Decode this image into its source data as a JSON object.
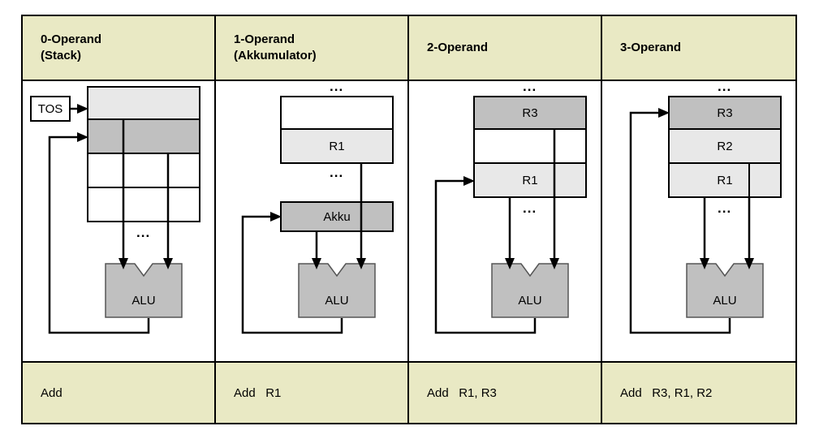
{
  "diagram": {
    "title": "Operand addressing forms comparison",
    "colors": {
      "header_bg": "#e9e9c4",
      "instruction_bg": "#e9e9c4",
      "cell_light": "#e8e8e8",
      "cell_dark": "#c0c0c0",
      "cell_white": "#ffffff",
      "border": "#000000"
    },
    "ellipsis": "...",
    "columns": [
      {
        "id": "col-0-operand",
        "header": "0-Operand\n(Stack)",
        "instruction": "Add",
        "pointer_label": "TOS",
        "structure_kind": "stack",
        "cells": [
          {
            "label": "",
            "shade": "light"
          },
          {
            "label": "",
            "shade": "dark"
          },
          {
            "label": "",
            "shade": "white"
          },
          {
            "label": "",
            "shade": "white"
          }
        ],
        "alu_label": "ALU",
        "dots_above": false,
        "dots_below": true,
        "feedback_target": "cell-1"
      },
      {
        "id": "col-1-operand",
        "header": "1-Operand\n(Akkumulator)",
        "instruction": "Add   R1",
        "structure_kind": "register-file-plus-accumulator",
        "cells": [
          {
            "label": "",
            "shade": "white"
          },
          {
            "label": "R1",
            "shade": "light"
          }
        ],
        "accumulator_label": "Akku",
        "alu_label": "ALU",
        "dots_above": true,
        "dots_below": true,
        "feedback_target": "accumulator"
      },
      {
        "id": "col-2-operand",
        "header": "2-Operand",
        "instruction": "Add   R1, R3",
        "structure_kind": "register-file",
        "cells": [
          {
            "label": "R3",
            "shade": "dark"
          },
          {
            "label": "",
            "shade": "white"
          },
          {
            "label": "R1",
            "shade": "light"
          }
        ],
        "alu_label": "ALU",
        "dots_above": true,
        "dots_below": true,
        "feedback_target": "R1"
      },
      {
        "id": "col-3-operand",
        "header": "3-Operand",
        "instruction": "Add   R3, R1, R2",
        "structure_kind": "register-file",
        "cells": [
          {
            "label": "R3",
            "shade": "dark"
          },
          {
            "label": "R2",
            "shade": "light"
          },
          {
            "label": "R1",
            "shade": "light"
          }
        ],
        "alu_label": "ALU",
        "dots_above": true,
        "dots_below": true,
        "feedback_target": "R3"
      }
    ]
  }
}
